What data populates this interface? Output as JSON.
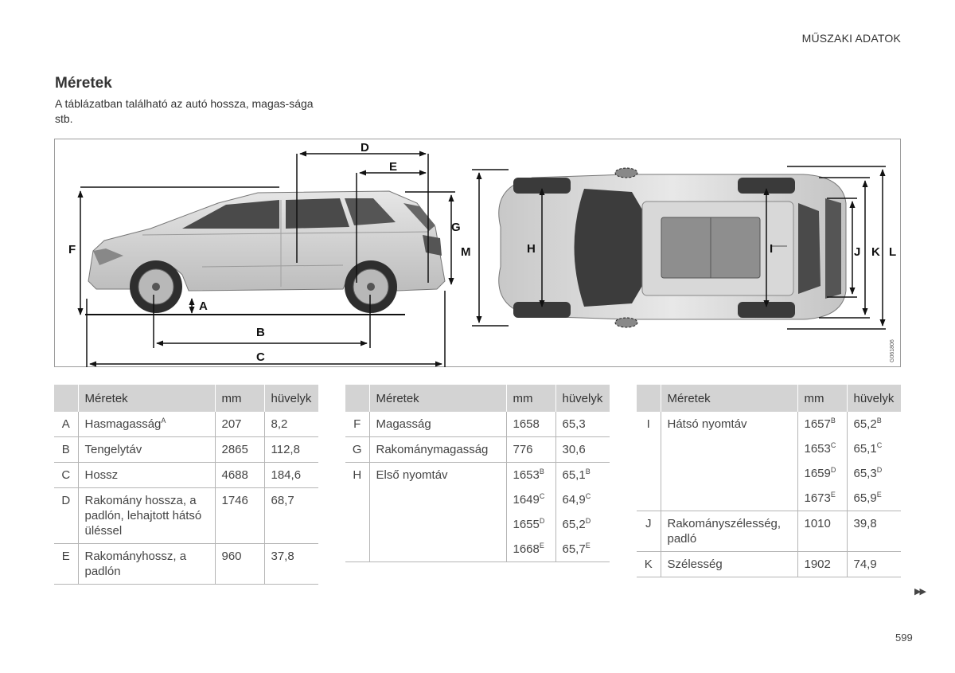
{
  "header": {
    "section": "MŰSZAKI ADATOK"
  },
  "title": "Méretek",
  "intro": "A táblázatban található az autó hossza, magas-sága stb.",
  "figure": {
    "code": "G061806",
    "labels": {
      "A": "A",
      "B": "B",
      "C": "C",
      "D": "D",
      "E": "E",
      "F": "F",
      "G": "G",
      "H": "H",
      "I": "I",
      "J": "J",
      "K": "K",
      "L": "L",
      "M": "M"
    }
  },
  "table_headers": {
    "letter": "",
    "name": "Méretek",
    "mm": "mm",
    "inch": "hüvelyk"
  },
  "tables": [
    {
      "rows": [
        {
          "letter": "A",
          "name": "Hasmagasság",
          "name_sup": "A",
          "mm": [
            {
              "v": "207",
              "s": ""
            }
          ],
          "inch": [
            {
              "v": "8,2",
              "s": ""
            }
          ]
        },
        {
          "letter": "B",
          "name": "Tengelytáv",
          "name_sup": "",
          "mm": [
            {
              "v": "2865",
              "s": ""
            }
          ],
          "inch": [
            {
              "v": "112,8",
              "s": ""
            }
          ]
        },
        {
          "letter": "C",
          "name": "Hossz",
          "name_sup": "",
          "mm": [
            {
              "v": "4688",
              "s": ""
            }
          ],
          "inch": [
            {
              "v": "184,6",
              "s": ""
            }
          ]
        },
        {
          "letter": "D",
          "name": "Rakomány hossza, a padlón, lehajtott hátsó üléssel",
          "name_sup": "",
          "mm": [
            {
              "v": "1746",
              "s": ""
            }
          ],
          "inch": [
            {
              "v": "68,7",
              "s": ""
            }
          ]
        },
        {
          "letter": "E",
          "name": "Rakományhossz, a padlón",
          "name_sup": "",
          "mm": [
            {
              "v": "960",
              "s": ""
            }
          ],
          "inch": [
            {
              "v": "37,8",
              "s": ""
            }
          ]
        }
      ]
    },
    {
      "rows": [
        {
          "letter": "F",
          "name": "Magasság",
          "name_sup": "",
          "mm": [
            {
              "v": "1658",
              "s": ""
            }
          ],
          "inch": [
            {
              "v": "65,3",
              "s": ""
            }
          ]
        },
        {
          "letter": "G",
          "name": "Rakománymagasság",
          "name_sup": "",
          "mm": [
            {
              "v": "776",
              "s": ""
            }
          ],
          "inch": [
            {
              "v": "30,6",
              "s": ""
            }
          ]
        },
        {
          "letter": "H",
          "name": "Első nyomtáv",
          "name_sup": "",
          "mm": [
            {
              "v": "1653",
              "s": "B"
            },
            {
              "v": "1649",
              "s": "C"
            },
            {
              "v": "1655",
              "s": "D"
            },
            {
              "v": "1668",
              "s": "E"
            }
          ],
          "inch": [
            {
              "v": "65,1",
              "s": "B"
            },
            {
              "v": "64,9",
              "s": "C"
            },
            {
              "v": "65,2",
              "s": "D"
            },
            {
              "v": "65,7",
              "s": "E"
            }
          ]
        }
      ]
    },
    {
      "rows": [
        {
          "letter": "I",
          "name": "Hátsó nyomtáv",
          "name_sup": "",
          "mm": [
            {
              "v": "1657",
              "s": "B"
            },
            {
              "v": "1653",
              "s": "C"
            },
            {
              "v": "1659",
              "s": "D"
            },
            {
              "v": "1673",
              "s": "E"
            }
          ],
          "inch": [
            {
              "v": "65,2",
              "s": "B"
            },
            {
              "v": "65,1",
              "s": "C"
            },
            {
              "v": "65,3",
              "s": "D"
            },
            {
              "v": "65,9",
              "s": "E"
            }
          ]
        },
        {
          "letter": "J",
          "name": "Rakományszélesség, padló",
          "name_sup": "",
          "mm": [
            {
              "v": "1010",
              "s": ""
            }
          ],
          "inch": [
            {
              "v": "39,8",
              "s": ""
            }
          ]
        },
        {
          "letter": "K",
          "name": "Szélesség",
          "name_sup": "",
          "mm": [
            {
              "v": "1902",
              "s": ""
            }
          ],
          "inch": [
            {
              "v": "74,9",
              "s": ""
            }
          ]
        }
      ]
    }
  ],
  "next_marker": "▶▶",
  "page_number": "599"
}
